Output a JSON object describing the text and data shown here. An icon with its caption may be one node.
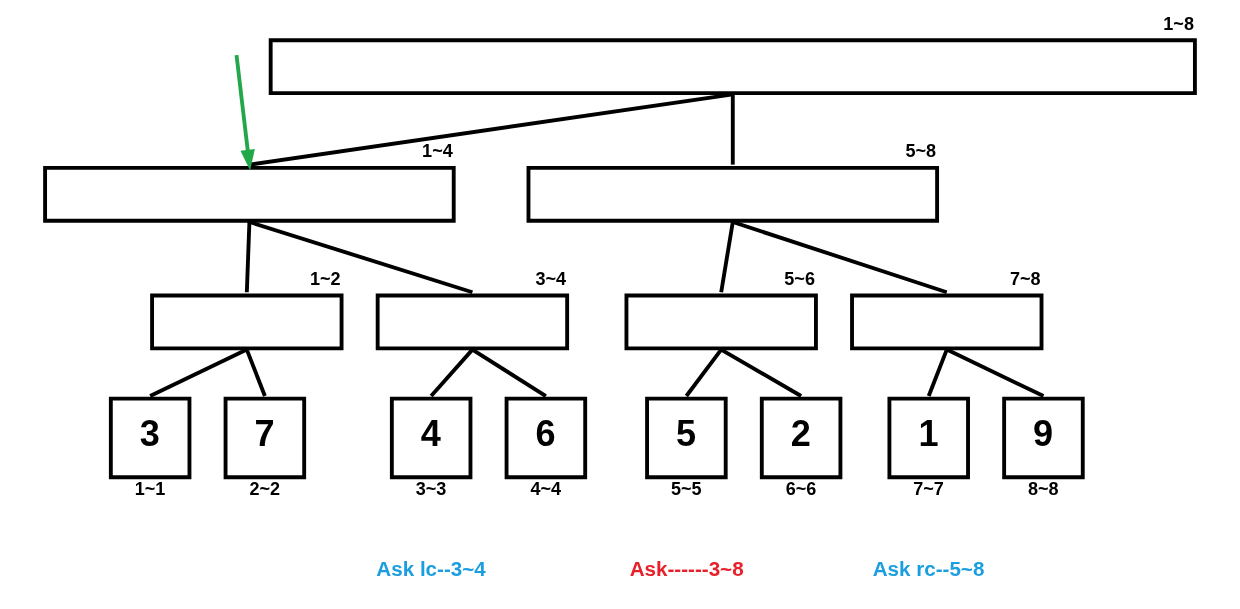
{
  "diagram": {
    "nodes": [
      {
        "text": [
          "1~8"
        ]
      },
      {
        "text": [
          "1~4"
        ]
      },
      {
        "text": [
          "5~8"
        ]
      },
      {
        "text": [
          "1~2"
        ]
      },
      {
        "text": [
          "3~4"
        ]
      },
      {
        "text": [
          "5~6"
        ]
      },
      {
        "text": [
          "7~8"
        ]
      },
      {
        "text": [
          "3"
        ],
        "beside": [
          "1~1"
        ]
      },
      {
        "text": [
          "7"
        ],
        "beside": [
          "2~2"
        ]
      },
      {
        "text": [
          "4"
        ],
        "beside": [
          "3~3"
        ]
      },
      {
        "text": [
          "6"
        ],
        "beside": [
          "4~4"
        ]
      },
      {
        "text": [
          "5"
        ],
        "beside": [
          "5~5"
        ]
      },
      {
        "text": [
          "2"
        ],
        "beside": [
          "6~6"
        ]
      },
      {
        "text": [
          "1"
        ],
        "beside": [
          "7~7"
        ]
      },
      {
        "text": [
          "9"
        ],
        "beside": [
          "8~8"
        ]
      }
    ],
    "edges": [
      {
        "from": 0,
        "to": 1,
        "arrow": "none"
      },
      {
        "from": 0,
        "to": 2,
        "arrow": "none"
      },
      {
        "from": 1,
        "to": 3,
        "arrow": "none"
      },
      {
        "from": 1,
        "to": 4,
        "arrow": "none"
      },
      {
        "from": 2,
        "to": 5,
        "arrow": "none"
      },
      {
        "from": 2,
        "to": 6,
        "arrow": "none"
      },
      {
        "from": 3,
        "to": 7,
        "arrow": "none"
      },
      {
        "from": 3,
        "to": 8,
        "arrow": "none"
      },
      {
        "from": 4,
        "to": 9,
        "arrow": "none"
      },
      {
        "from": 4,
        "to": 10,
        "arrow": "none"
      },
      {
        "from": 5,
        "to": 11,
        "arrow": "none"
      },
      {
        "from": 5,
        "to": 12,
        "arrow": "none"
      },
      {
        "from": 6,
        "to": 13,
        "arrow": "none"
      },
      {
        "from": 6,
        "to": 14,
        "arrow": "none"
      },
      {
        "from": null,
        "to": 1,
        "arrow": "to",
        "color": "#22a84a"
      }
    ],
    "labels": [
      "Ask------3~8",
      "Ask lc--3~4",
      "Ask rc--5~8"
    ]
  }
}
